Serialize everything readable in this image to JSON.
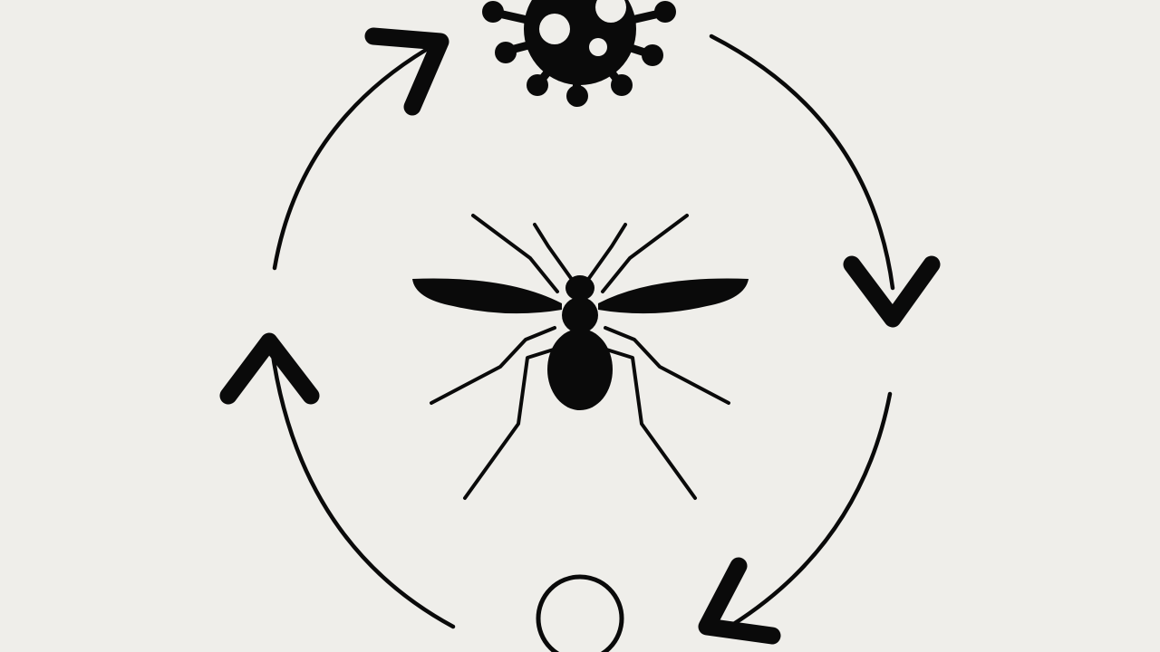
{
  "diagram": {
    "kind": "transmission-cycle",
    "colors": {
      "background": "#efeeea",
      "ink": "#0a0a0a"
    },
    "nodes": [
      {
        "id": "virus",
        "icon": "virus-icon",
        "position": "top"
      },
      {
        "id": "mosquito",
        "icon": "mosquito-icon",
        "position": "center"
      },
      {
        "id": "circle",
        "icon": "circle-icon",
        "position": "bottom"
      }
    ],
    "cycle_direction": "clockwise",
    "arrow_count": 4
  }
}
